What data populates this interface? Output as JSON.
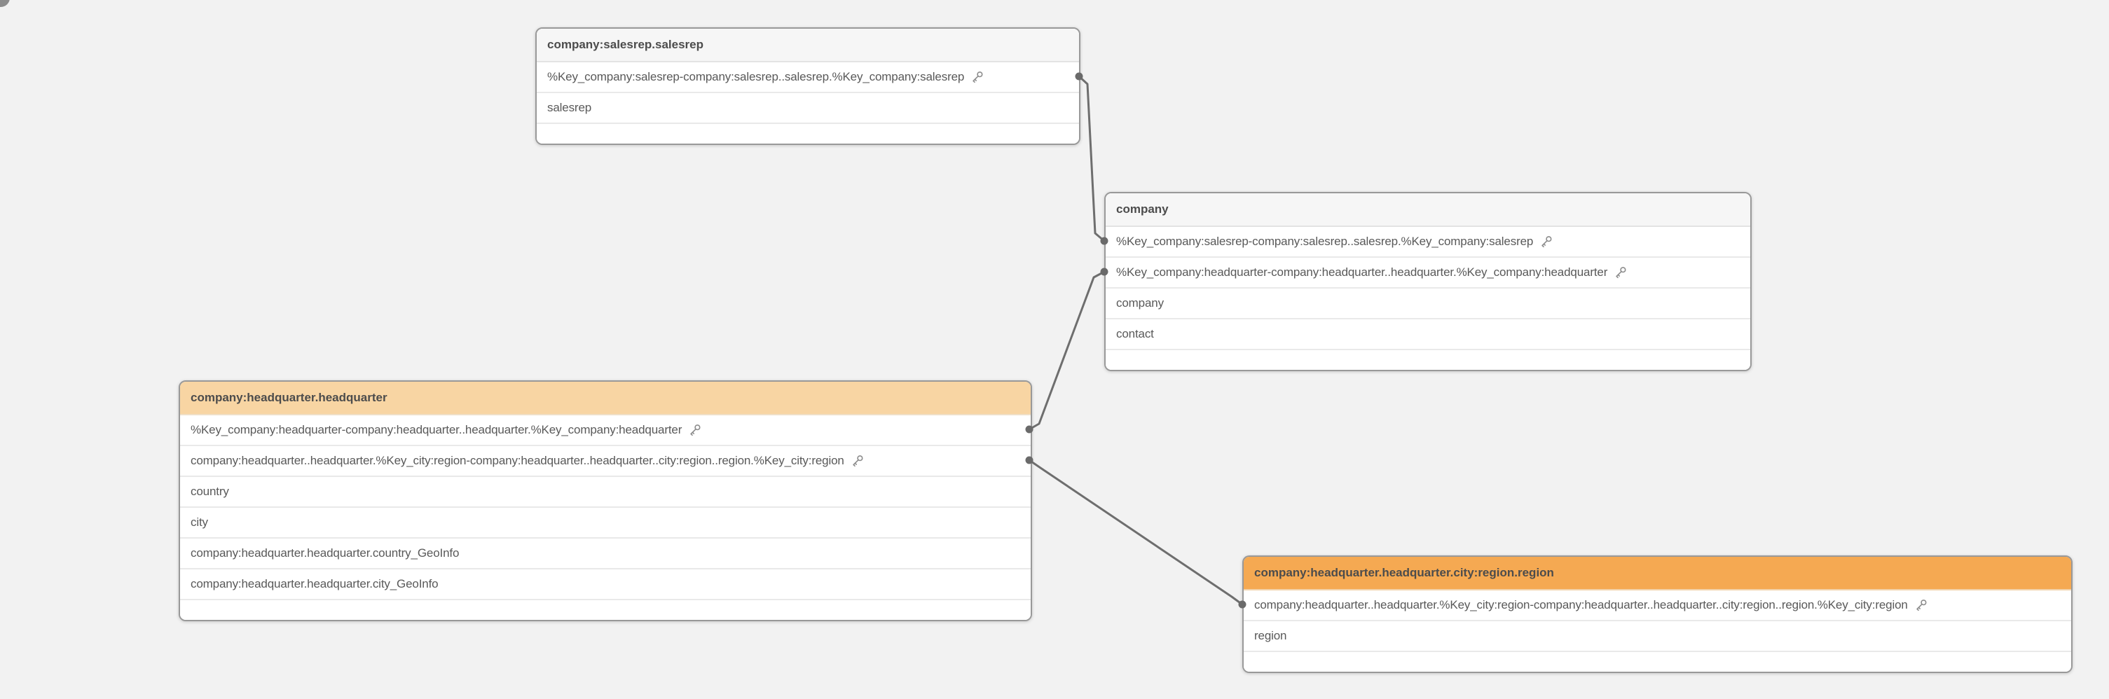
{
  "app": {
    "view_name": "data-model-viewer",
    "canvas_background": "#f2f2f2"
  },
  "colors": {
    "table_border": "#999999",
    "gray_header_bg": "#f6f6f6",
    "orange_header_light": "#f8d5a3",
    "orange_header_dark": "#f5a952",
    "header_text": "#4c4c4c",
    "field_text": "#595959",
    "connector_line": "#6e6e6e",
    "key_icon": "#8c8c8c"
  },
  "icons": {
    "key_field": "key-icon"
  },
  "tables": [
    {
      "title": "company:salesrep.salesrep",
      "header_variant": "gray",
      "fields": [
        {
          "name": "%Key_company:salesrep-company:salesrep..salesrep.%Key_company:salesrep",
          "is_key": true
        },
        {
          "name": "salesrep",
          "is_key": false
        }
      ]
    },
    {
      "title": "company",
      "header_variant": "gray",
      "fields": [
        {
          "name": "%Key_company:salesrep-company:salesrep..salesrep.%Key_company:salesrep",
          "is_key": true
        },
        {
          "name": "%Key_company:headquarter-company:headquarter..headquarter.%Key_company:headquarter",
          "is_key": true
        },
        {
          "name": "company",
          "is_key": false
        },
        {
          "name": "contact",
          "is_key": false
        }
      ]
    },
    {
      "title": "company:headquarter.headquarter",
      "header_variant": "orange-light",
      "fields": [
        {
          "name": "%Key_company:headquarter-company:headquarter..headquarter.%Key_company:headquarter",
          "is_key": true
        },
        {
          "name": "company:headquarter..headquarter.%Key_city:region-company:headquarter..headquarter..city:region..region.%Key_city:region",
          "is_key": true
        },
        {
          "name": "country",
          "is_key": false
        },
        {
          "name": "city",
          "is_key": false
        },
        {
          "name": "company:headquarter.headquarter.country_GeoInfo",
          "is_key": false
        },
        {
          "name": "company:headquarter.headquarter.city_GeoInfo",
          "is_key": false
        }
      ]
    },
    {
      "title": "company:headquarter.headquarter.city:region.region",
      "header_variant": "orange-dark",
      "fields": [
        {
          "name": "company:headquarter..headquarter.%Key_city:region-company:headquarter..headquarter..city:region..region.%Key_city:region",
          "is_key": true
        },
        {
          "name": "region",
          "is_key": false
        }
      ]
    }
  ],
  "connections": [
    {
      "from_table": "company:salesrep.salesrep",
      "from_field": "%Key_company:salesrep-company:salesrep..salesrep.%Key_company:salesrep",
      "to_table": "company",
      "to_field": "%Key_company:salesrep-company:salesrep..salesrep.%Key_company:salesrep"
    },
    {
      "from_table": "company",
      "from_field": "%Key_company:headquarter-company:headquarter..headquarter.%Key_company:headquarter",
      "to_table": "company:headquarter.headquarter",
      "to_field": "%Key_company:headquarter-company:headquarter..headquarter.%Key_company:headquarter"
    },
    {
      "from_table": "company:headquarter.headquarter",
      "from_field": "company:headquarter..headquarter.%Key_city:region-company:headquarter..headquarter..city:region..region.%Key_city:region",
      "to_table": "company:headquarter.headquarter.city:region.region",
      "to_field": "company:headquarter..headquarter.%Key_city:region-company:headquarter..headquarter..city:region..region.%Key_city:region"
    }
  ]
}
